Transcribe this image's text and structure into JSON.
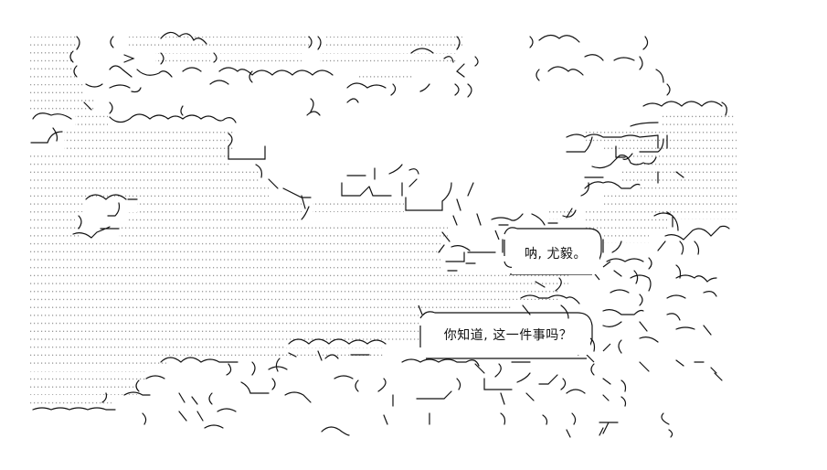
{
  "scene": {
    "dialogue": [
      {
        "speaker_side": "right",
        "text": "呐, 尤毅。"
      },
      {
        "speaker_side": "left",
        "text": "你知道, 这一件事吗？"
      }
    ]
  },
  "colors": {
    "background": "#ffffff",
    "ink": "#111111",
    "dots": "#8a8a8a"
  }
}
